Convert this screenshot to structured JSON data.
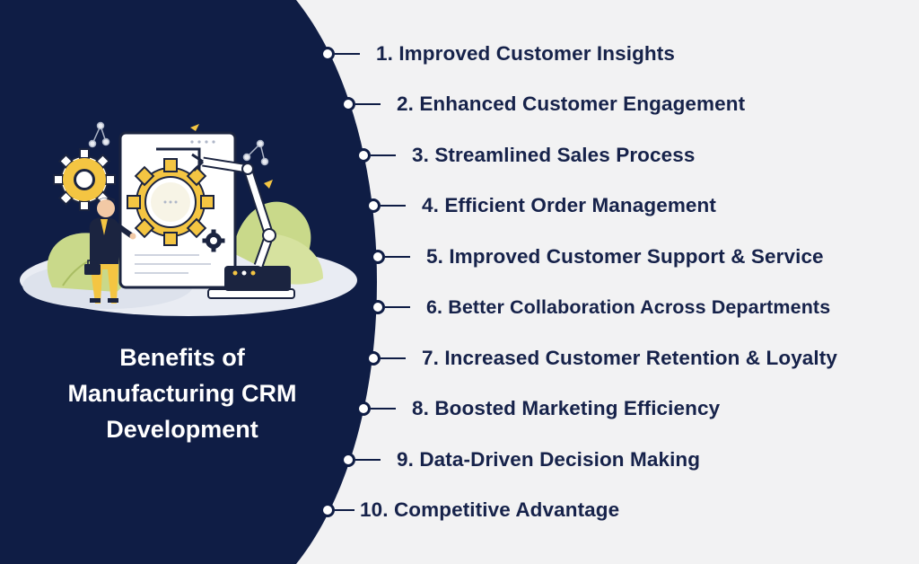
{
  "colors": {
    "navy": "#0f1d45",
    "background": "#f2f2f3",
    "gear_yellow": "#f4c542",
    "leaf_green": "#c9d98a",
    "text_dark": "#16224a"
  },
  "panel": {
    "title_lines": [
      "Benefits of",
      "Manufacturing CRM",
      "Development"
    ]
  },
  "illustration": {
    "icons": [
      "gear-icon",
      "robotic-arm-icon",
      "tablet-screen-icon",
      "person-with-briefcase-icon",
      "network-node-icon",
      "leaf-icon"
    ]
  },
  "benefits": [
    {
      "number": "1.",
      "text": "Improved Customer Insights"
    },
    {
      "number": "2.",
      "text": "Enhanced Customer Engagement"
    },
    {
      "number": "3.",
      "text": "Streamlined Sales Process"
    },
    {
      "number": "4.",
      "text": "Efficient Order Management"
    },
    {
      "number": "5.",
      "text": "Improved Customer Support & Service"
    },
    {
      "number": "6.",
      "text": "Better Collaboration Across Departments"
    },
    {
      "number": "7.",
      "text": "Increased Customer Retention & Loyalty"
    },
    {
      "number": "8.",
      "text": "Boosted Marketing Efficiency"
    },
    {
      "number": "9.",
      "text": "Data-Driven Decision Making"
    },
    {
      "number": "10.",
      "text": "Competitive Advantage"
    }
  ]
}
